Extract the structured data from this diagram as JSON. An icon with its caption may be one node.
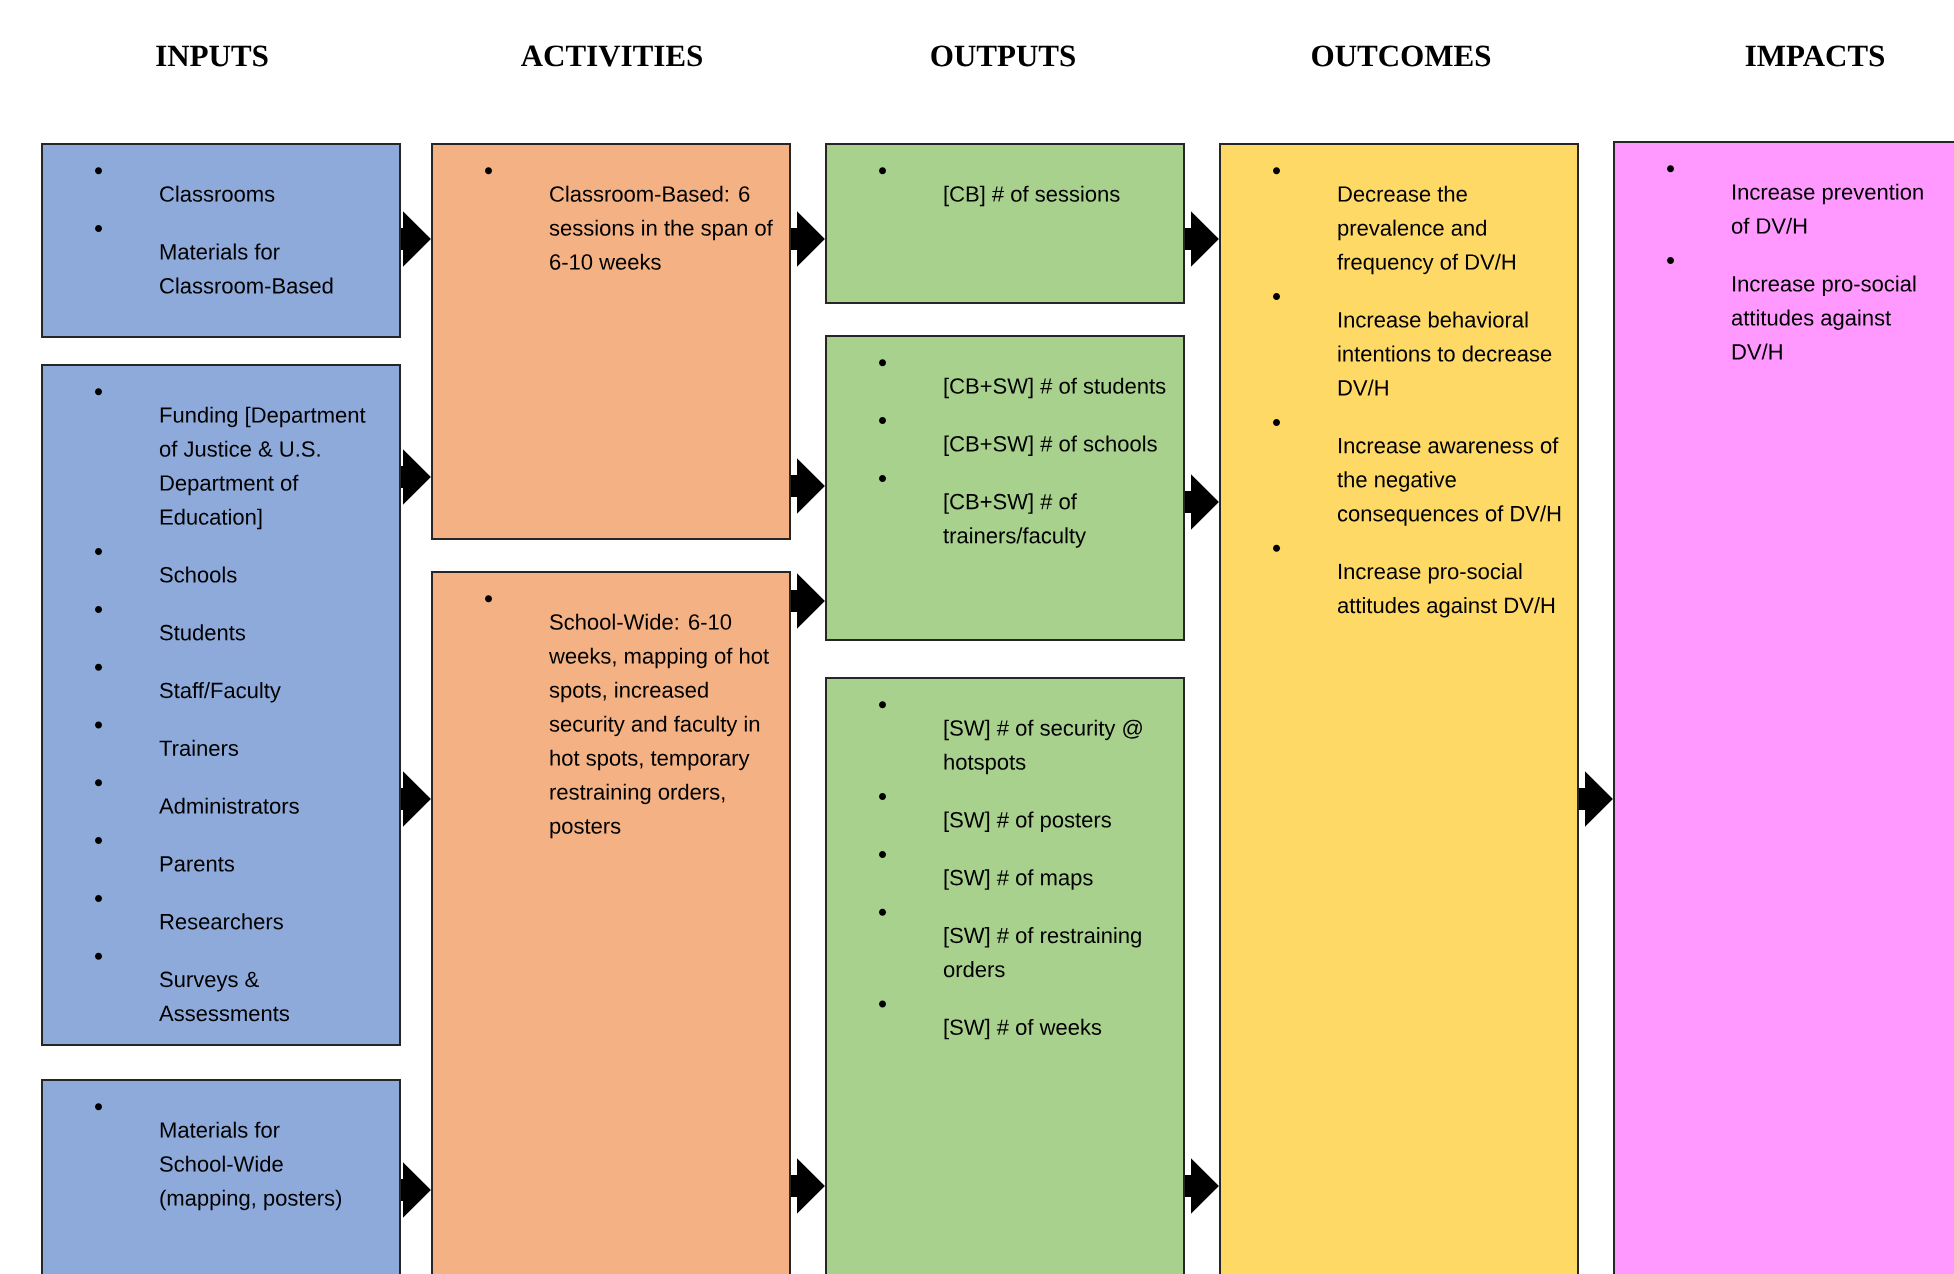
{
  "diagram": {
    "nodes": [
      {
        "text": [
          "Classrooms",
          "Materials for Classroom-Based"
        ]
      },
      {
        "text": [
          "Funding [Department of Justice & U.S. Department of Education]",
          "Schools",
          "Students",
          "Staff/Faculty",
          "Trainers",
          "Administrators",
          "Parents",
          "Researchers",
          "Surveys & Assessments"
        ]
      },
      {
        "text": [
          "Materials for School-Wide (mapping, posters)"
        ]
      },
      {
        "text": [
          "Classroom-Based: 6 sessions in the span of 6-10 weeks"
        ]
      },
      {
        "text": [
          "School-Wide: 6-10 weeks, mapping of hot spots, increased security and faculty in hot spots, temporary restraining orders, posters"
        ]
      },
      {
        "text": [
          "[CB] # of sessions"
        ]
      },
      {
        "text": [
          "[CB+SW] # of students",
          "[CB+SW] # of schools",
          "[CB+SW] # of trainers/faculty"
        ]
      },
      {
        "text": [
          "[SW] # of security @ hotspots",
          "[SW] # of posters",
          "[SW] # of maps",
          "[SW] # of restraining orders",
          "[SW] # of weeks"
        ]
      },
      {
        "text": [
          "Decrease the prevalence and frequency of DV/H",
          "Increase behavioral intentions to decrease DV/H",
          "Increase awareness of the negative consequences of DV/H",
          "Increase pro-social attitudes against DV/H"
        ]
      },
      {
        "text": [
          "Increase prevention of DV/H",
          "Increase pro-social attitudes against DV/H"
        ]
      }
    ],
    "edges": [
      {
        "from": 0,
        "to": 3,
        "arrow": "to"
      },
      {
        "from": 1,
        "to": 3,
        "arrow": "to"
      },
      {
        "from": 1,
        "to": 4,
        "arrow": "to"
      },
      {
        "from": 2,
        "to": 4,
        "arrow": "to"
      },
      {
        "from": 3,
        "to": 5,
        "arrow": "to"
      },
      {
        "from": 3,
        "to": 6,
        "arrow": "to"
      },
      {
        "from": 4,
        "to": 6,
        "arrow": "to"
      },
      {
        "from": 4,
        "to": 7,
        "arrow": "to"
      },
      {
        "from": 5,
        "to": 8,
        "arrow": "to"
      },
      {
        "from": 6,
        "to": 8,
        "arrow": "to"
      },
      {
        "from": 7,
        "to": 8,
        "arrow": "to"
      },
      {
        "from": 8,
        "to": 9,
        "arrow": "to"
      }
    ],
    "labels": [
      "INPUTS",
      "ACTIVITIES",
      "OUTPUTS",
      "OUTCOMES",
      "IMPACTS"
    ]
  }
}
